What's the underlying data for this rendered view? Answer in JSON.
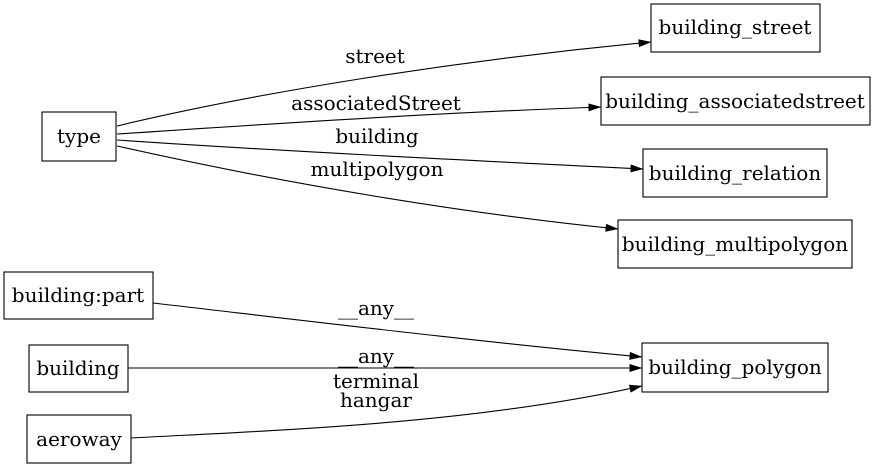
{
  "diagram": {
    "kind": "directed-graph",
    "colors": {
      "background": "#ffffff",
      "node_fill": "#ffffff",
      "node_border": "#000000",
      "edge_stroke": "#000000",
      "text": "#000000"
    },
    "nodes": {
      "type": {
        "label": "type"
      },
      "building_street": {
        "label": "building_street"
      },
      "building_associatedstreet": {
        "label": "building_associatedstreet"
      },
      "building_relation": {
        "label": "building_relation"
      },
      "building_multipolygon": {
        "label": "building_multipolygon"
      },
      "building_part": {
        "label": "building:part"
      },
      "building": {
        "label": "building"
      },
      "aeroway": {
        "label": "aeroway"
      },
      "building_polygon": {
        "label": "building_polygon"
      }
    },
    "edges": [
      {
        "from": "type",
        "to": "building_street",
        "label": "street"
      },
      {
        "from": "type",
        "to": "building_associatedstreet",
        "label": "associatedStreet"
      },
      {
        "from": "type",
        "to": "building_relation",
        "label": "building"
      },
      {
        "from": "type",
        "to": "building_multipolygon",
        "label": "multipolygon"
      },
      {
        "from": "building:part",
        "to": "building_polygon",
        "label": "__any__"
      },
      {
        "from": "building",
        "to": "building_polygon",
        "label": "__any__"
      },
      {
        "from": "aeroway",
        "to": "building_polygon",
        "label_line1": "terminal",
        "label_line2": "hangar"
      }
    ]
  }
}
